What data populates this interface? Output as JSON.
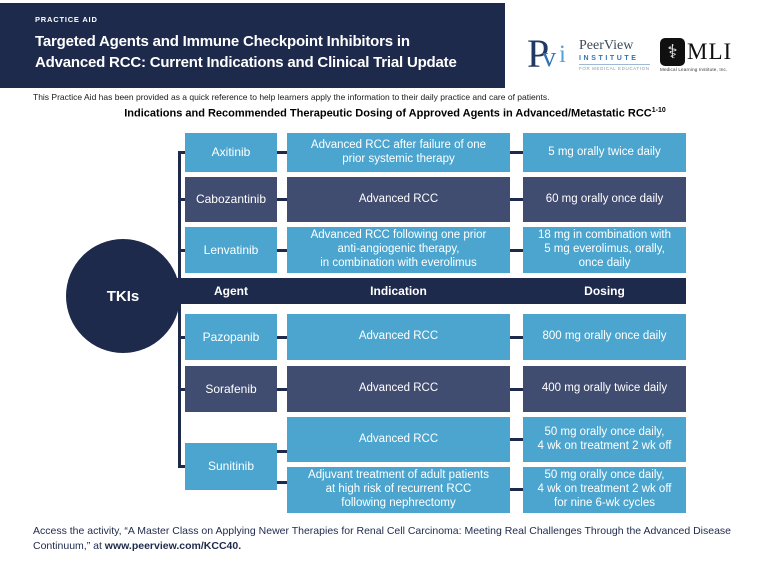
{
  "colors": {
    "navy": "#1e2a4b",
    "light_blue": "#4ba5ce",
    "dark_slate": "#404c70",
    "peerview_blue": "#2e74b5"
  },
  "header": {
    "eyebrow": "PRACTICE AID",
    "title": "Targeted Agents and Immune Checkpoint Inhibitors in\nAdvanced RCC: Current Indications and Clinical Trial Update"
  },
  "logos": {
    "peerview": {
      "monogram_p": "P",
      "monogram_v": "v",
      "monogram_i": "i",
      "name": "PeerView",
      "sub": "INSTITUTE",
      "tagline": "FOR MEDICAL EDUCATION"
    },
    "mli": {
      "icon": "⚕",
      "acronym": "MLI",
      "caption": "Medical Learning Institute, Inc."
    }
  },
  "intro": "This Practice Aid has been provided as a quick reference to help learners apply the information to their daily practice and care of patients.",
  "diagram": {
    "title": "Indications and Recommended Therapeutic Dosing of Approved Agents in Advanced/Metastatic RCC",
    "title_sup": "1-10",
    "group_label": "TKIs",
    "columns": {
      "agent": "Agent",
      "indication": "Indication",
      "dosing": "Dosing"
    },
    "rows": [
      {
        "agent": "Axitinib",
        "tone": "light",
        "indication": "Advanced RCC after failure of one\nprior systemic therapy",
        "dosing": "5 mg orally twice daily"
      },
      {
        "agent": "Cabozantinib",
        "tone": "dark",
        "indication": "Advanced RCC",
        "dosing": "60 mg orally once daily"
      },
      {
        "agent": "Lenvatinib",
        "tone": "light",
        "indication": "Advanced RCC following one prior\nanti-angiogenic therapy,\nin combination with everolimus",
        "dosing": "18 mg in combination with\n5 mg everolimus, orally,\nonce daily"
      },
      {
        "agent": "Pazopanib",
        "tone": "light",
        "indication": "Advanced RCC",
        "dosing": "800 mg orally once daily"
      },
      {
        "agent": "Sorafenib",
        "tone": "dark",
        "indication": "Advanced RCC",
        "dosing": "400 mg orally twice daily"
      },
      {
        "agent": "Sunitinib",
        "agent_rowspan": 2,
        "tone": "light",
        "indication": "Advanced RCC",
        "dosing": "50 mg orally once daily,\n4 wk on treatment 2 wk off"
      },
      {
        "agent": null,
        "tone": "light",
        "indication": "Adjuvant treatment of adult patients\nat high risk of recurrent RCC\nfollowing nephrectomy",
        "dosing": "50 mg orally once daily,\n4 wk on treatment 2 wk off\nfor nine 6-wk cycles"
      }
    ]
  },
  "footer": {
    "text": "Access the activity, “A Master Class on Applying Newer Therapies for Renal Cell Carcinoma: Meeting Real Challenges Through the Advanced Disease Continuum,” at ",
    "link": "www.peerview.com/KCC40."
  }
}
